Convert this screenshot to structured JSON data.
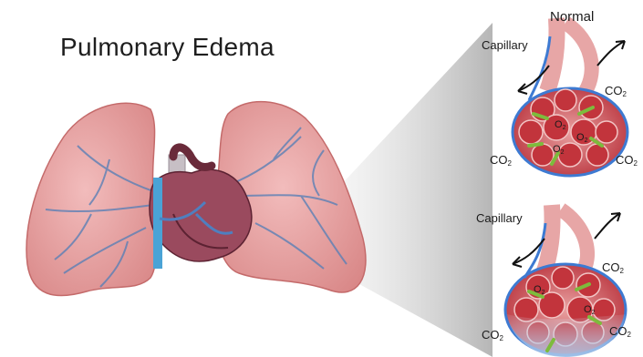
{
  "title": "Pulmonary Edema",
  "panels": {
    "normal": {
      "heading": "Normal",
      "capillary_label": "Capillary",
      "gas_labels": {
        "co2_top": "CO",
        "co2_left": "CO",
        "co2_right": "CO",
        "o2_a": "O",
        "o2_b": "O",
        "o2_c": "O"
      }
    },
    "edema": {
      "capillary_label": "Capillary",
      "gas_labels": {
        "co2_top": "CO",
        "co2_left": "CO",
        "co2_right": "CO",
        "o2_a": "O",
        "o2_b": "O"
      }
    }
  },
  "subscripts": {
    "co2": "2",
    "o2": "2"
  },
  "colors": {
    "lung_fill": "#e4a0a0",
    "lung_edge": "#c46a6a",
    "vessel_blue": "#4f7fbf",
    "heart_dark": "#6a2a3a",
    "alveoli_red": "#c2343c",
    "arrow_green": "#7dbb3c",
    "capillary_blue": "#3d7ad2"
  }
}
